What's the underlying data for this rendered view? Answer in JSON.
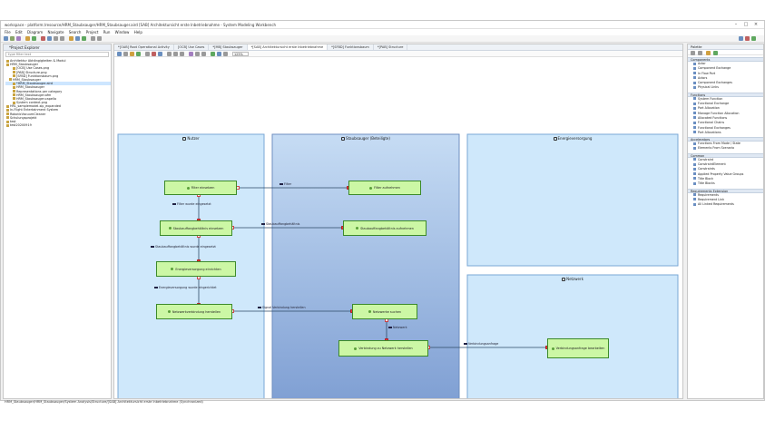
{
  "window": {
    "title": "workspace - platform:/resource/HRM_Staubsauger/HRM_Staubsauger.aird [SAB] Architektursicht erste Inbetriebnahme - System Modeling Workbench"
  },
  "menu": [
    "File",
    "Edit",
    "Diagram",
    "Navigate",
    "Search",
    "Project",
    "Run",
    "Window",
    "Help"
  ],
  "explorer": {
    "tab_label": "*Project Explorer",
    "filter_placeholder": "type filter text",
    "items": [
      {
        "label": "Architektur Abhängigkeiten & Modul",
        "sel": false
      },
      {
        "label": "HRM_Staubsauger",
        "sel": false
      },
      {
        "label": "[OCB] Use Cases.png",
        "sel": false
      },
      {
        "label": "[PAB] Structure.png",
        "sel": false
      },
      {
        "label": "[SFBD] Funktionsbaum.png",
        "sel": false
      },
      {
        "label": "HRM_Staubsauger",
        "sel": false
      },
      {
        "label": "*HRM_Staubsauger.aird",
        "sel": true
      },
      {
        "label": "HRM_Staubsauger",
        "sel": false
      },
      {
        "label": "Representations per category",
        "sel": false
      },
      {
        "label": "HRM_Staubsauger.afm",
        "sel": false
      },
      {
        "label": "HRM_Staubsauger.capella",
        "sel": false
      },
      {
        "label": "System context.png",
        "sel": false
      },
      {
        "label": "HRL_samplemodel-sip_expanded",
        "sel": false
      },
      {
        "label": "In-Flight Entertainment System",
        "sel": false
      },
      {
        "label": "RoboticVacuumCleaner",
        "sel": false
      },
      {
        "label": "Schulungsprojekt",
        "sel": false
      },
      {
        "label": "test",
        "sel": false
      },
      {
        "label": "test20200919",
        "sel": false
      }
    ]
  },
  "editor": {
    "tabs": [
      {
        "label": "*[OAB] Root Operational Activity",
        "active": false
      },
      {
        "label": "[OCB] Use Cases",
        "active": false
      },
      {
        "label": "*[MB] Staubsauger",
        "active": false
      },
      {
        "label": "*[SAB] Architektursicht erste Inbetriebnahme",
        "active": true
      },
      {
        "label": "*[SFBD] Funktionsbaum",
        "active": false
      },
      {
        "label": "*[PAB] Structure",
        "active": false
      }
    ],
    "zoom": "125%"
  },
  "diagram": {
    "lanes": {
      "nutzer": "Nutzer",
      "staubsauger": "Staubsauger (Beteiligte)",
      "energie": "Energieversorgung",
      "netzwerk": "Netzwerk"
    },
    "functions": {
      "filter_anmelden": "Filter einsetzen",
      "staubaufbewahrung_anmelden": "Staubauffangbehältnis einsetzen",
      "energieversorgung_einrichten": "Energieversorgung einrichten",
      "netzwerkverbindung_herstellen": "Netzwerkverbindung herstellen",
      "filter_aufnehmen": "Filter aufnehmen",
      "staubbehaelter_aufnehmen": "Staubauffangbehältnis aufnehmen",
      "netzwerke_suchen": "Netzwerke suchen",
      "verbindung_herstellen": "Verbindung zu Netzwerk herstellen",
      "verbindungsanfrage": "Verbindungsanfrage bearbeiten"
    },
    "exchanges": {
      "filter": "Filter",
      "filter_eingesetzt": "Filter wurde eingesetzt",
      "staubbehaelter": "Staubauffangbehältnis",
      "staubbehaelter_eingesetzt": "Staubauffangbehältnis wurde eingesetzt",
      "energie_eingerichtet": "Energieversorgung wurde eingerichtet",
      "signal_verbindung": "Signal Verbindung herstellen",
      "netzwerk": "Netzwerk",
      "verbindungsanfrage": "Verbindungsanfrage"
    }
  },
  "palette": {
    "title": "Palette",
    "sections": [
      {
        "title": "Components",
        "items": [
          "Actor",
          "Component Exchange",
          "In Flow Port",
          "Actors",
          "Component Exchanges",
          "Physical Links"
        ]
      },
      {
        "title": "Functions",
        "items": [
          "System Function",
          "Functional Exchange",
          "Port Allocation",
          "Manage Function Allocation",
          "Allocated Functions",
          "Functional Chains",
          "Functional Exchanges",
          "Port Allocations"
        ]
      },
      {
        "title": "Accelerators",
        "items": [
          "Functions From Mode / State",
          "Elements From Scenario"
        ]
      },
      {
        "title": "Common",
        "items": [
          "Constraint",
          "ConstraintElement",
          "Constraints",
          "Applied Property Value Groups",
          "Title Block",
          "Title Blocks"
        ]
      },
      {
        "title": "Requirements Extension",
        "items": [
          "Requirements",
          "Requirement Link",
          "All Linked Requirements"
        ]
      }
    ]
  },
  "status": {
    "text": "HRM_Staubsauger/HRM_Staubsauger/System Analysis/Structure/[SAB] Architektursicht erste Inbetriebnahme (Synchronized)"
  },
  "colors": {
    "function_fill": "#ccf7a5",
    "function_border": "#3c8a2a",
    "lane_fill": "#cfe8fb",
    "exchange_line": "#2d4a66",
    "port": "#e33333"
  }
}
